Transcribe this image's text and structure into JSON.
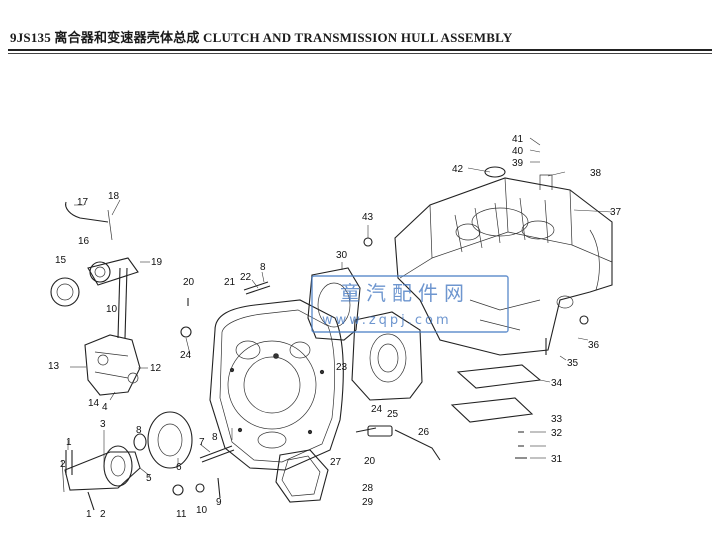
{
  "header": {
    "title": "9JS135 离合器和变速器壳体总成 CLUTCH AND TRANSMISSION HULL ASSEMBLY"
  },
  "watermark": {
    "text": "童汽配件网",
    "url": "www.zqpj.com",
    "color": "#3e73bf"
  },
  "callouts": {
    "c1a": "1",
    "c1b": "1",
    "c2a": "2",
    "c2b": "2",
    "c3": "3",
    "c4": "4",
    "c5": "5",
    "c6": "6",
    "c7": "7",
    "c8a": "8",
    "c8b": "8",
    "c8c": "8",
    "c9": "9",
    "c10a": "10",
    "c10b": "10",
    "c11": "11",
    "c12": "12",
    "c13": "13",
    "c14": "14",
    "c15": "15",
    "c16": "16",
    "c17": "17",
    "c18": "18",
    "c19": "19",
    "c20a": "20",
    "c20b": "20",
    "c21": "21",
    "c22": "22",
    "c23": "23",
    "c24a": "24",
    "c24b": "24",
    "c25": "25",
    "c26": "26",
    "c27": "27",
    "c28": "28",
    "c29": "29",
    "c30": "30",
    "c31": "31",
    "c32": "32",
    "c33": "33",
    "c34": "34",
    "c35": "35",
    "c36": "36",
    "c37": "37",
    "c38": "38",
    "c39": "39",
    "c40": "40",
    "c41": "41",
    "c42": "42",
    "c43": "43"
  }
}
